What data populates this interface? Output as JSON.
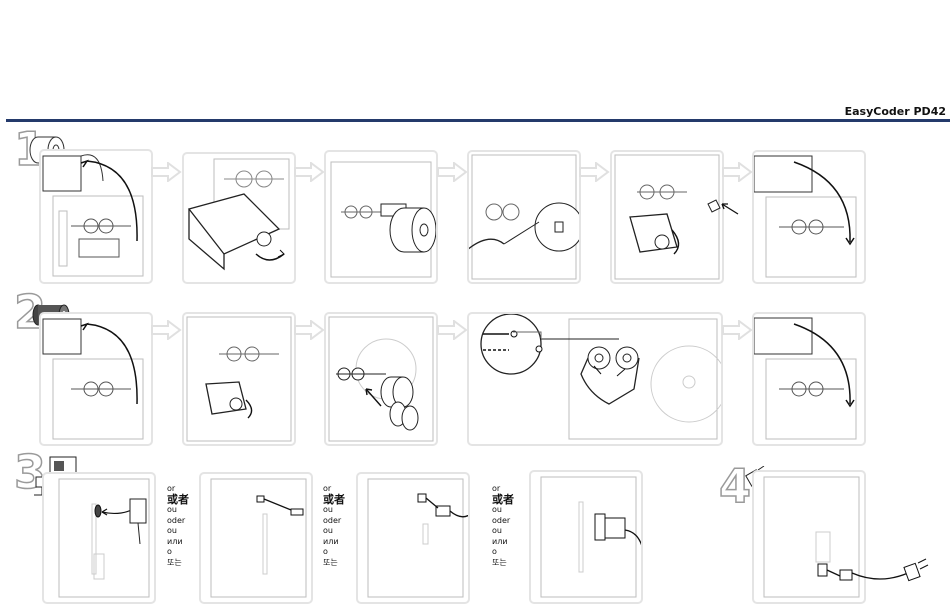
{
  "header": {
    "product_title": "EasyCoder PD42"
  },
  "steps": {
    "one": "1",
    "two": "2",
    "three": "3",
    "four": "4"
  },
  "or_labels": [
    "or",
    "或者",
    "ou",
    "oder",
    "ou",
    "или",
    "o",
    "또는"
  ],
  "or_labels_short": [
    "or",
    "或者",
    "ou",
    "oder",
    "ou",
    "или",
    "o",
    "또는"
  ],
  "colors": {
    "header_rule": "#243a6b",
    "panel_border": "#e4e4e4",
    "line_art": "#222222",
    "ghost_art": "#bdbdbd"
  }
}
